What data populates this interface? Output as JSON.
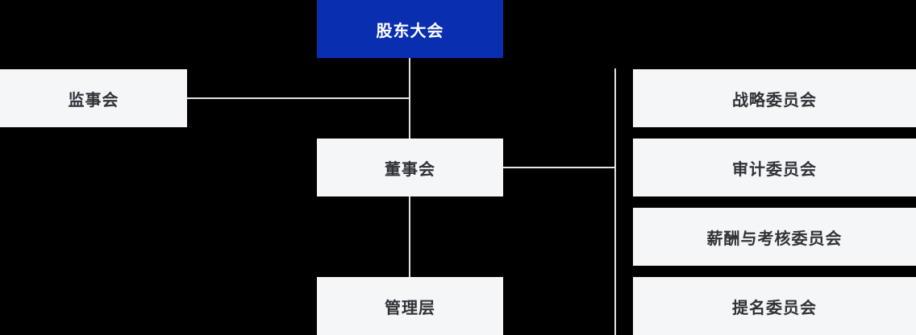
{
  "diagram": {
    "type": "org-chart",
    "background_color": "#000000",
    "root_fill_color": "#0a2eb0",
    "root_text_color": "#ffffff",
    "node_fill_color": "#f5f6f8",
    "node_text_color": "#2f3237",
    "connector_color": "#e4e4e4",
    "nodes": {
      "shareholders_meeting": {
        "label": "股东大会"
      },
      "supervisory_board": {
        "label": "监事会"
      },
      "board_of_directors": {
        "label": "董事会"
      },
      "management": {
        "label": "管理层"
      },
      "committees": [
        {
          "label": "战略委员会"
        },
        {
          "label": "审计委员会"
        },
        {
          "label": "薪酬与考核委员会"
        },
        {
          "label": "提名委员会"
        }
      ]
    },
    "edges": [
      {
        "from": "股东大会",
        "to": "董事会"
      },
      {
        "from": "董事会",
        "to": "管理层"
      },
      {
        "from": "监事会",
        "to": "股东大会-董事会连线"
      },
      {
        "from": "董事会",
        "to": "委员会纵线"
      },
      {
        "from": "委员会纵线",
        "to": "战略委员会/审计委员会/薪酬与考核委员会/提名委员会"
      }
    ]
  }
}
